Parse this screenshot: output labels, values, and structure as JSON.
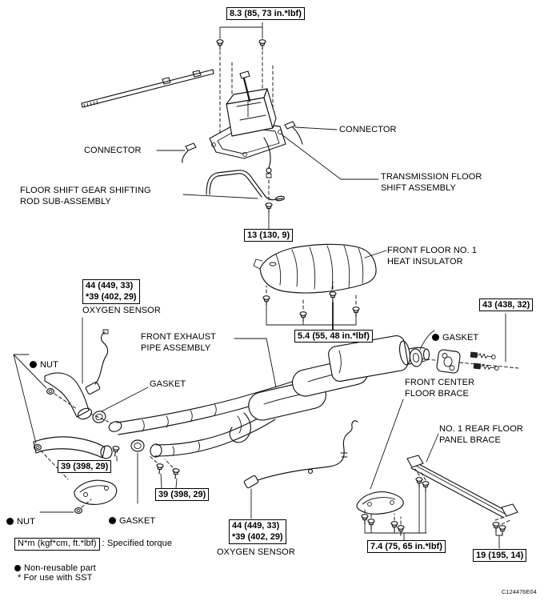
{
  "figure": {
    "code": "C124476E04"
  },
  "torque_boxes": {
    "shift_assembly_bolts": "8.3 (85, 73 in.*lbf)",
    "shift_rod_nut": "13 (130, 9)",
    "oxygen_sensor_top": "44 (449, 33)\n*39 (402, 29)",
    "heat_insulator_bolts": "5.4 (55, 48 in.*lbf)",
    "tailpipe_support_bolts": "43 (438, 32)",
    "front_pipe_nuts_a": "39 (398, 29)",
    "front_pipe_nuts_b": "39 (398, 29)",
    "oxygen_sensor_bottom": "44 (449, 33)\n*39 (402, 29)",
    "front_center_brace_bolts": "7.4 (75, 65 in.*lbf)",
    "rear_panel_brace_bolts": "19 (195, 14)"
  },
  "part_labels": {
    "connector_left": "CONNECTOR",
    "connector_right": "CONNECTOR",
    "transmission_floor_shift_assembly": "TRANSMISSION FLOOR\nSHIFT ASSEMBLY",
    "floor_shift_gear_shifting_rod": "FLOOR SHIFT GEAR SHIFTING\nROD SUB-ASSEMBLY",
    "front_floor_heat_insulator": "FRONT FLOOR NO. 1\nHEAT INSULATOR",
    "oxygen_sensor_top": "OXYGEN SENSOR",
    "front_exhaust_pipe_assembly": "FRONT EXHAUST\nPIPE ASSEMBLY",
    "gasket_right": "GASKET",
    "nut_top": "NUT",
    "gasket_mid": "GASKET",
    "front_center_floor_brace": "FRONT CENTER\nFLOOR BRACE",
    "rear_floor_panel_brace": "NO. 1 REAR FLOOR\nPANEL BRACE",
    "nut_bottom": "NUT",
    "gasket_bottom": "GASKET",
    "oxygen_sensor_bottom": "OXYGEN SENSOR"
  },
  "legend": {
    "torque_unit": "N*m (kgf*cm, ft.*lbf)",
    "torque_desc": ": Specified torque",
    "non_reusable": "Non-reusable part",
    "sst": "* For use with SST"
  }
}
